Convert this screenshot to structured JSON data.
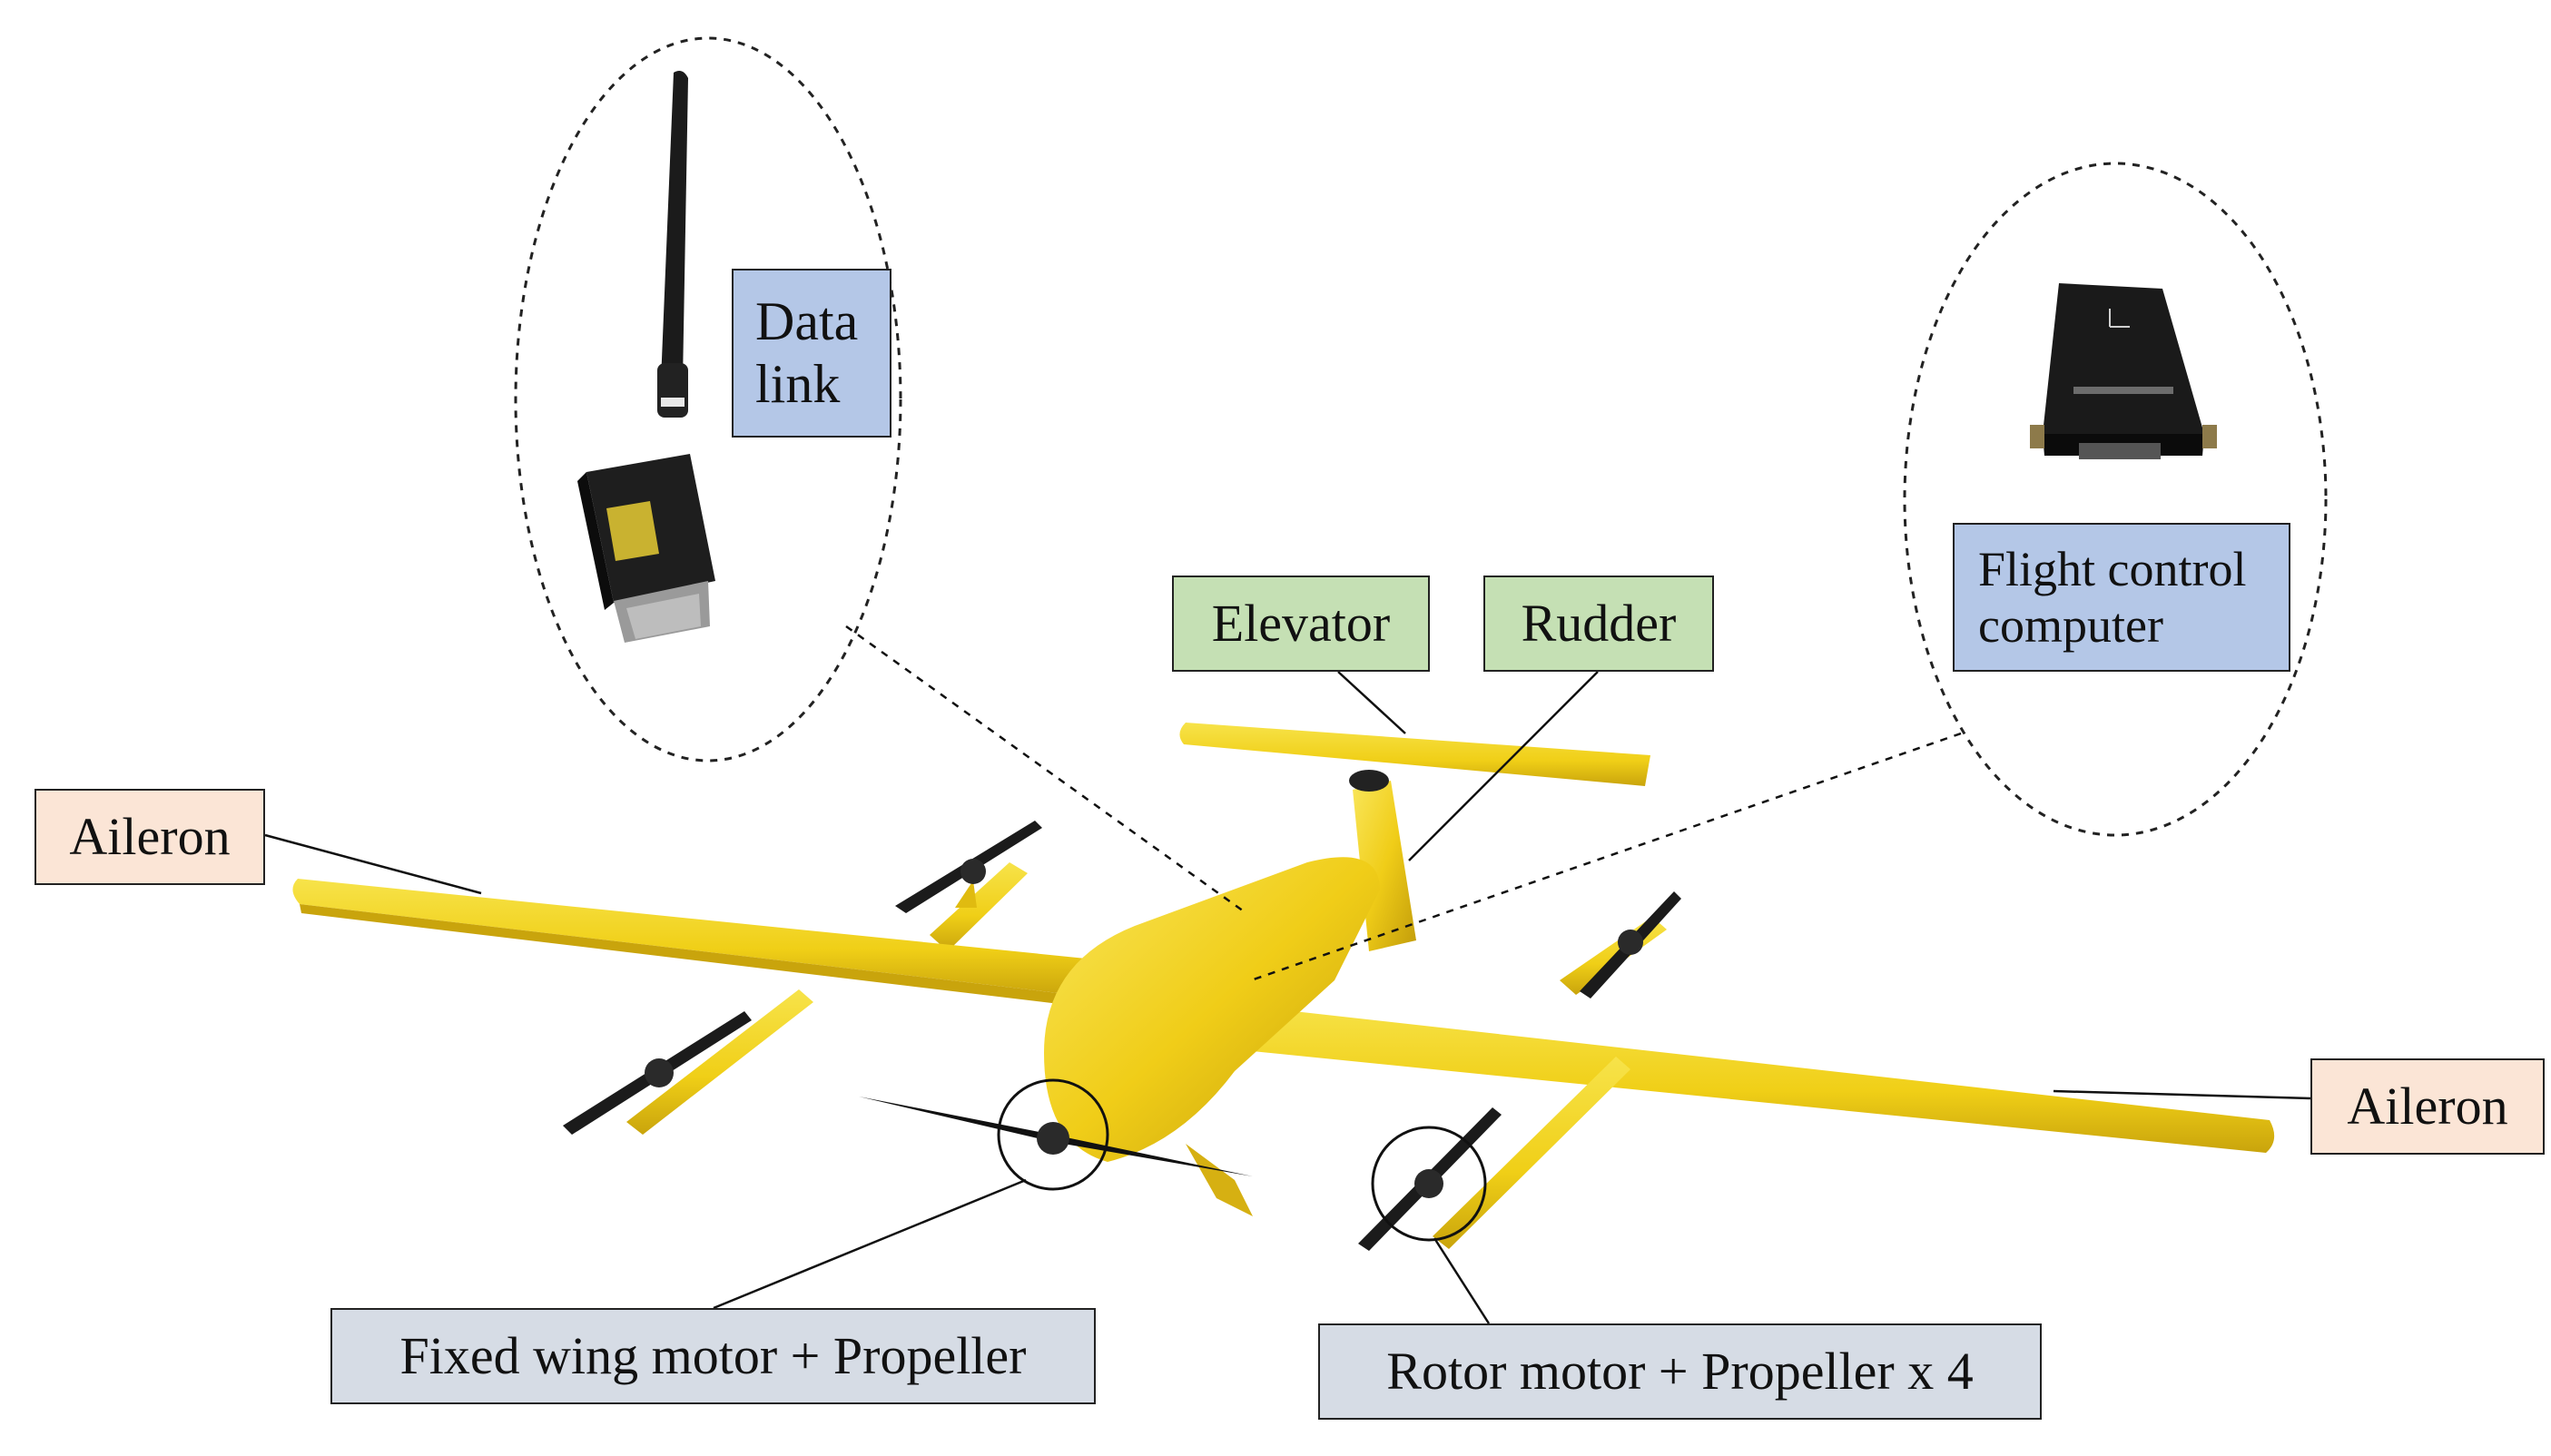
{
  "labels": {
    "data_link": [
      "Data",
      "link"
    ],
    "flight_control": [
      "Flight control",
      "computer"
    ],
    "elevator": "Elevator",
    "rudder": "Rudder",
    "aileron_left": "Aileron",
    "aileron_right": "Aileron",
    "fixed_wing_motor": "Fixed wing motor + Propeller",
    "rotor_motor": "Rotor motor + Propeller x  4"
  },
  "colors": {
    "airframe_yellow": "#f2d21b",
    "data_label_blue": "#b4c7e7",
    "control_surface_green": "#c5e0b4",
    "aileron_peach": "#fbe5d6",
    "motor_label_grey": "#d6dce5"
  }
}
